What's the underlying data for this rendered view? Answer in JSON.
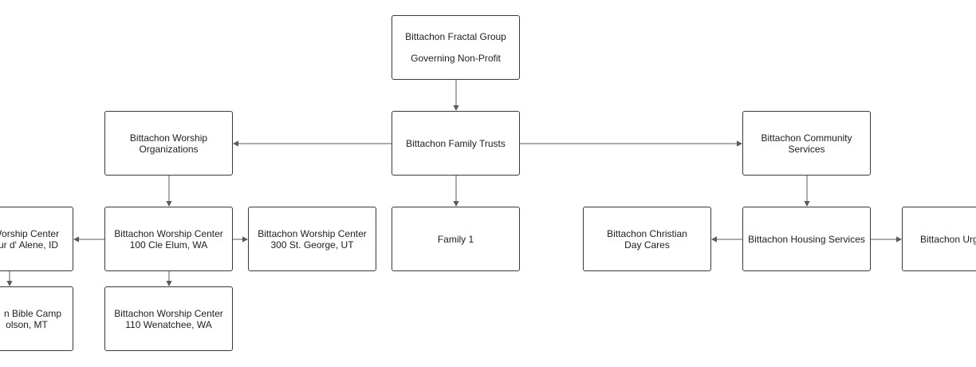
{
  "diagram": {
    "nodes": {
      "fractal": {
        "line1": "Bittachon Fractal Group",
        "line2": "Governing Non-Profit"
      },
      "trusts": {
        "line1": "Bittachon Family Trusts"
      },
      "worship_orgs": {
        "line1": "Bittachon Worship",
        "line2": "Organizations"
      },
      "community": {
        "line1": "Bittachon Community",
        "line2": "Services"
      },
      "wc_coeur": {
        "line1": "Worship Center",
        "line2": "ur d' Alene, ID"
      },
      "wc_cle_elum": {
        "line1": "Bittachon Worship Center",
        "line2": "100 Cle Elum, WA"
      },
      "wc_st_george": {
        "line1": "Bittachon Worship Center",
        "line2": "300 St. George, UT"
      },
      "family1": {
        "line1": "Family 1"
      },
      "day_cares": {
        "line1": "Bittachon Christian",
        "line2": "Day Cares"
      },
      "housing": {
        "line1": "Bittachon Housing Services"
      },
      "urg": {
        "line1": "Bittachon Urg"
      },
      "bible_camp": {
        "line1": "n Bible Camp",
        "line2": "olson, MT"
      },
      "wc_wenatchee": {
        "line1": "Bittachon Worship Center",
        "line2": "110 Wenatchee, WA"
      }
    },
    "edges": [
      [
        "fractal",
        "trusts"
      ],
      [
        "trusts",
        "worship_orgs"
      ],
      [
        "trusts",
        "community"
      ],
      [
        "trusts",
        "family1"
      ],
      [
        "worship_orgs",
        "wc_cle_elum"
      ],
      [
        "wc_cle_elum",
        "wc_coeur"
      ],
      [
        "wc_cle_elum",
        "wc_st_george"
      ],
      [
        "wc_cle_elum",
        "wc_wenatchee"
      ],
      [
        "wc_coeur",
        "bible_camp"
      ],
      [
        "community",
        "housing"
      ],
      [
        "housing",
        "day_cares"
      ],
      [
        "housing",
        "urg"
      ]
    ],
    "colors": {
      "border": "#3a3a3a",
      "edge": "#5a5a5a",
      "text": "#1e1e1e"
    }
  }
}
